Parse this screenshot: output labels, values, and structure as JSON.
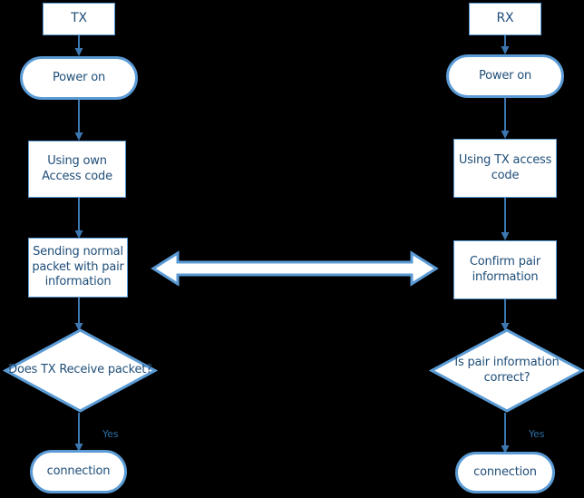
{
  "diagram": {
    "title": "TX RX pairing connection flowchart",
    "background_color": "#000000",
    "node_fill": "#FFFFFF",
    "node_border_color": "#5B9BD5",
    "text_color": "#1F4E79",
    "connector_color": "#3C77B0",
    "edge_label_color": "#2E6DA4"
  },
  "lanes": [
    {
      "id": "tx",
      "header": "TX",
      "nodes": [
        {
          "id": "tx-power-on",
          "shape": "stadium",
          "label": "Power on"
        },
        {
          "id": "tx-access-code",
          "shape": "rect",
          "label": "Using own\nAccess code"
        },
        {
          "id": "tx-sending",
          "shape": "rect",
          "label": "Sending normal\npacket with pair\ninformation"
        },
        {
          "id": "tx-decision",
          "shape": "diamond",
          "label": "Does TX Receive packet?"
        },
        {
          "id": "tx-connection",
          "shape": "stadium",
          "label": "connection"
        }
      ],
      "edge_labels": [
        {
          "id": "tx-yes",
          "label": "Yes"
        }
      ]
    },
    {
      "id": "rx",
      "header": "RX",
      "nodes": [
        {
          "id": "rx-power-on",
          "shape": "stadium",
          "label": "Power on"
        },
        {
          "id": "rx-access-code",
          "shape": "rect",
          "label": "Using TX access\ncode"
        },
        {
          "id": "rx-confirm",
          "shape": "rect",
          "label": "Confirm pair\ninformation"
        },
        {
          "id": "rx-decision",
          "shape": "diamond",
          "label": "Is pair information\ncorrect?"
        },
        {
          "id": "rx-connection",
          "shape": "stadium",
          "label": "connection"
        }
      ],
      "edge_labels": [
        {
          "id": "rx-yes",
          "label": "Yes"
        }
      ]
    }
  ],
  "cross_link": {
    "id": "tx-rx-exchange",
    "style": "double-headed-block-arrow",
    "label": ""
  }
}
